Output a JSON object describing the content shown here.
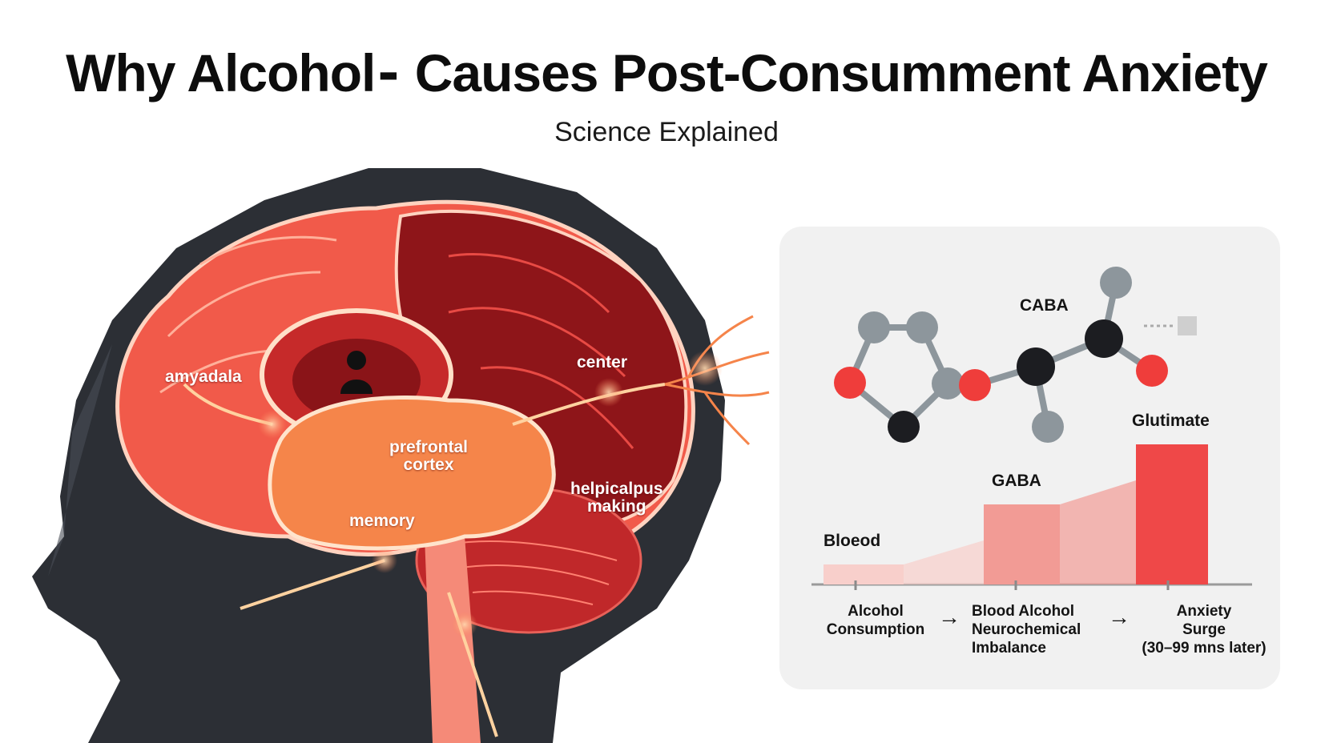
{
  "header": {
    "title": "Why Alcohol⁃ Causes Post-Consumment Anxiety",
    "subtitle": "Science Explained"
  },
  "brain": {
    "labels": {
      "amygdala": "amyadala",
      "center": "center",
      "prefrontal": "prefrontal\ncortex",
      "memory": "memory",
      "hippocampus": "helpicalpus\nmaking"
    },
    "icons": [
      "head-silhouette-icon",
      "brain-icon",
      "person-icon",
      "nerve-spark-icon"
    ]
  },
  "molecule": {
    "label": "CABA",
    "icons": [
      "molecule-icon"
    ]
  },
  "chart_data": {
    "type": "bar",
    "categories": [
      "Bloeod",
      "GABA",
      "Glutimate"
    ],
    "values": [
      1,
      4,
      7
    ],
    "bar_labels": [
      "Bloeod",
      "GABA",
      "Glutimate"
    ],
    "colors": [
      "#f8cfcb",
      "#f29b95",
      "#ef4848"
    ]
  },
  "flow": {
    "steps": [
      "Alcohol\nConsumption",
      "Blood Alcohol\nNeurochemical\nImbalance",
      "Anxiety\nSurge\n(30–99 mns later)"
    ],
    "arrow": "→"
  },
  "colors": {
    "brain_red": "#e8463c",
    "brain_dark": "#8e1519",
    "prefrontal_orange": "#f5854a",
    "head_dark": "#2c2f35",
    "panel_bg": "#f1f1f1",
    "bar_accent": "#ef4848"
  }
}
